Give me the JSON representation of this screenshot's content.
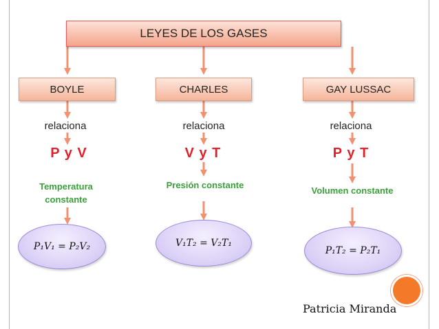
{
  "title": "LEYES DE LOS GASES",
  "laws": [
    {
      "name": "BOYLE",
      "relation": "relaciona",
      "variables": "P y V",
      "condition": "Temperatura constante",
      "formula": "P₁V₁ = P₂V₂"
    },
    {
      "name": "CHARLES",
      "relation": "relaciona",
      "variables": "V y T",
      "condition": "Presión constante",
      "formula": "V₁T₂ = V₂T₁"
    },
    {
      "name": "GAY LUSSAC",
      "relation": "relaciona",
      "variables": "P y T",
      "condition": "Volumen constante",
      "formula": "P₁T₂ = P₂T₁"
    }
  ],
  "author": "Patricia Miranda",
  "colors": {
    "box_fill": "#f6b59a",
    "title_border": "#e05a5a",
    "variables": "#e0202a",
    "condition": "#3aa03a",
    "arrow": "#f29070",
    "ellipse_fill": "#ddd3f7",
    "accent_circle": "#f47a2a"
  }
}
